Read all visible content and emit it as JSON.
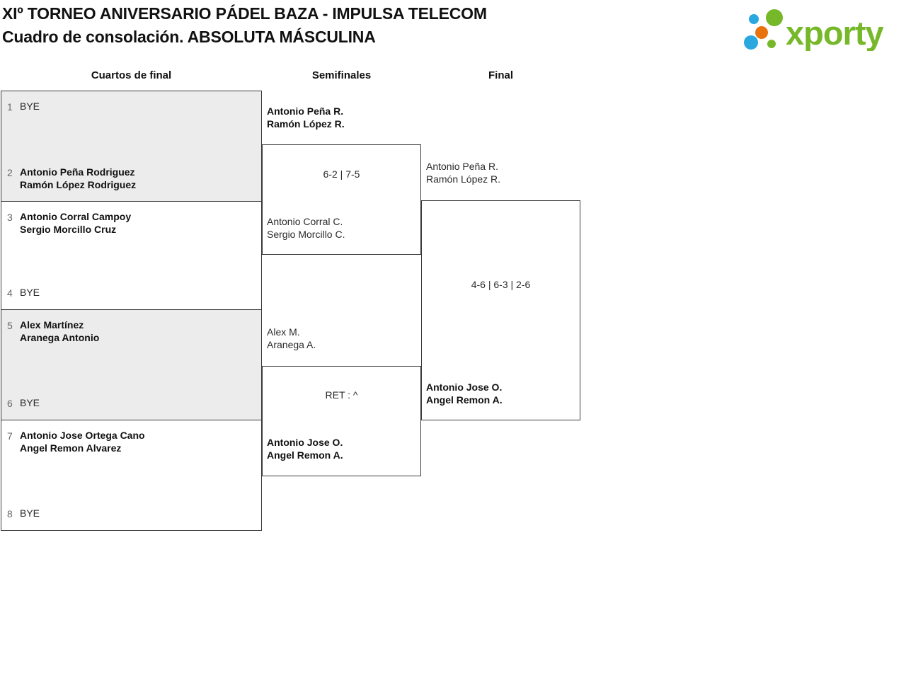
{
  "header": {
    "title_line1": "XIº TORNEO ANIVERSARIO PÁDEL BAZA - IMPULSA TELECOM",
    "title_line2": "Cuadro de consolación. ABSOLUTA MÁSCULINA",
    "logo_text": "xporty"
  },
  "colors": {
    "logo_green": "#76b82a",
    "logo_blue": "#29a8e0",
    "logo_orange": "#e8730e",
    "box_grey": "#ececec",
    "border": "#3a3a3a"
  },
  "columns": [
    {
      "label": "Cuartos de final"
    },
    {
      "label": "Semifinales"
    },
    {
      "label": "Final"
    }
  ],
  "bracket": {
    "quarterfinals": [
      {
        "slots": [
          {
            "seed": "1",
            "lines": [
              "BYE"
            ],
            "winner": false
          },
          {
            "seed": "2",
            "lines": [
              "Antonio Peña Rodriguez",
              "Ramón López Rodriguez"
            ],
            "winner": true
          }
        ]
      },
      {
        "slots": [
          {
            "seed": "3",
            "lines": [
              "Antonio Corral Campoy",
              "Sergio Morcillo Cruz"
            ],
            "winner": true
          },
          {
            "seed": "4",
            "lines": [
              "BYE"
            ],
            "winner": false
          }
        ]
      },
      {
        "slots": [
          {
            "seed": "5",
            "lines": [
              "Alex Martínez",
              "Aranega Antonio"
            ],
            "winner": true
          },
          {
            "seed": "6",
            "lines": [
              "BYE"
            ],
            "winner": false
          }
        ]
      },
      {
        "slots": [
          {
            "seed": "7",
            "lines": [
              "Antonio Jose Ortega Cano",
              "Angel Remon Alvarez"
            ],
            "winner": true
          },
          {
            "seed": "8",
            "lines": [
              "BYE"
            ],
            "winner": false
          }
        ]
      }
    ],
    "semifinals": [
      {
        "top": {
          "lines": [
            "Antonio Peña R.",
            "Ramón López R."
          ],
          "winner": true
        },
        "score": "6-2 | 7-5",
        "bottom": {
          "lines": [
            "Antonio Corral C.",
            "Sergio Morcillo C."
          ],
          "winner": false
        }
      },
      {
        "top": {
          "lines": [
            "Alex M.",
            "Aranega A."
          ],
          "winner": false
        },
        "score": "RET : ^",
        "bottom": {
          "lines": [
            "Antonio Jose O.",
            "Angel Remon A."
          ],
          "winner": true
        }
      }
    ],
    "final": {
      "top": {
        "lines": [
          "Antonio Peña R.",
          "Ramón López R."
        ],
        "winner": false
      },
      "score": "4-6 | 6-3 | 2-6",
      "bottom": {
        "lines": [
          "Antonio Jose O.",
          "Angel Remon A."
        ],
        "winner": true
      }
    }
  }
}
